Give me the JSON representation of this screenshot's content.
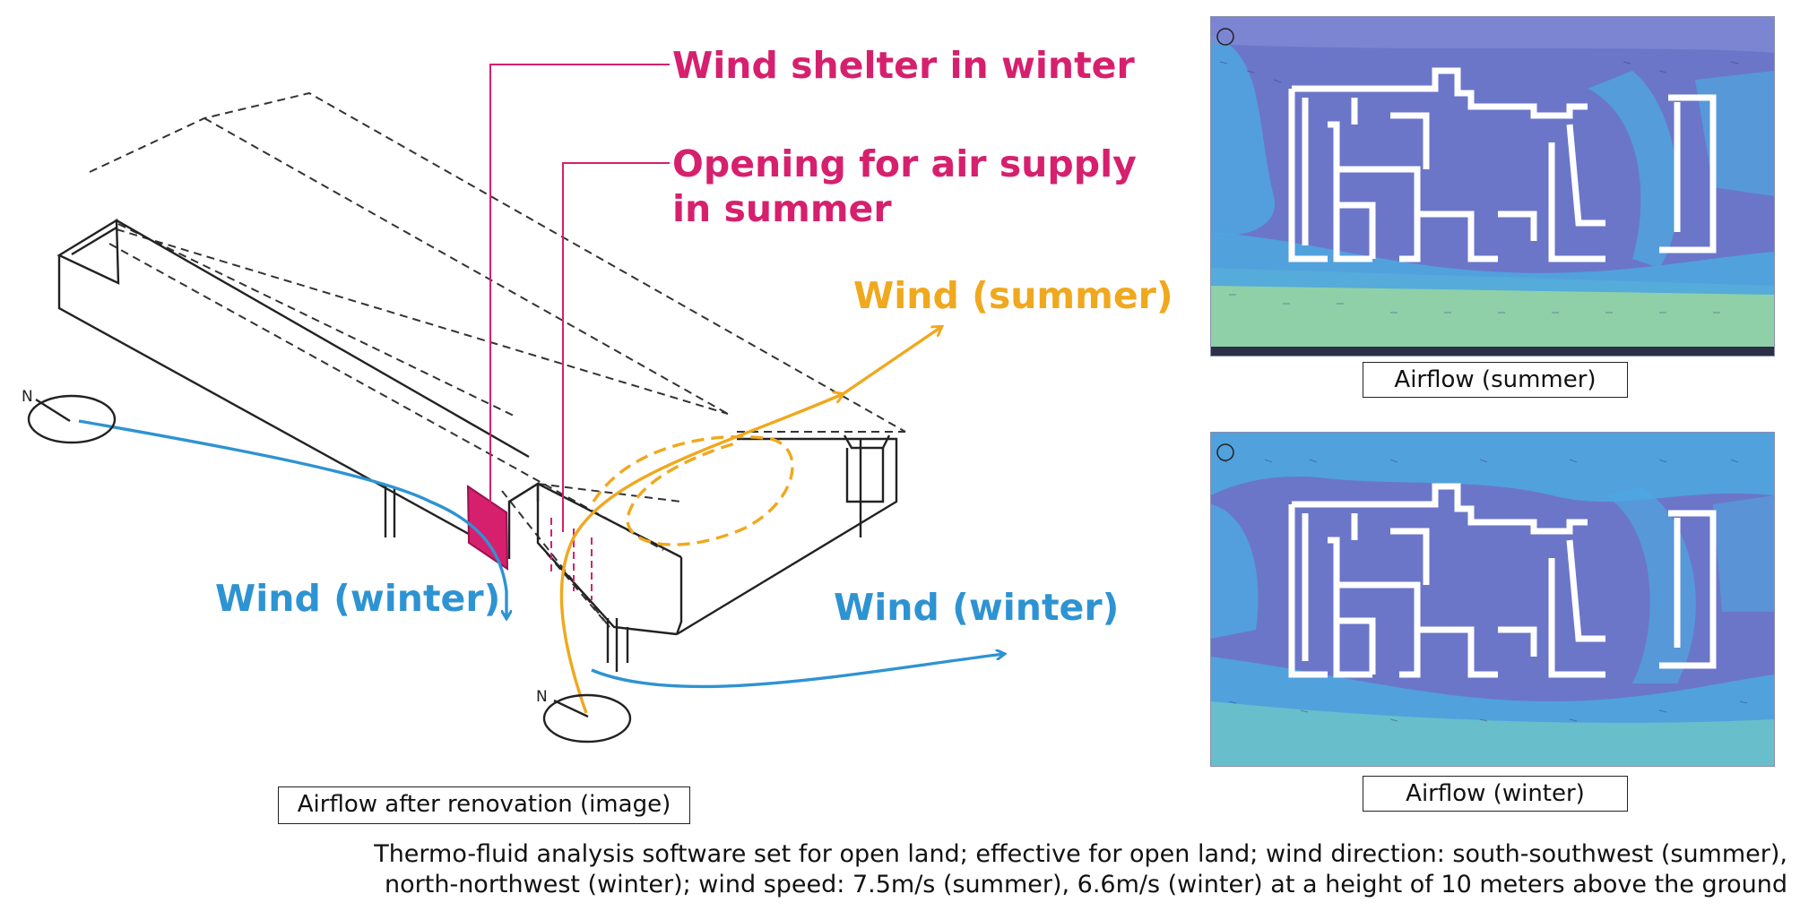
{
  "labels": {
    "wind_shelter": "Wind shelter in winter",
    "opening_line1": "Opening for air supply",
    "opening_line2": "in summer",
    "wind_summer": "Wind (summer)",
    "wind_winter_left": "Wind (winter)",
    "wind_winter_right": "Wind (winter)",
    "north_mark": "N"
  },
  "captions": {
    "renovation": "Airflow after renovation (image)",
    "summer": "Airflow (summer)",
    "winter": "Airflow (winter)"
  },
  "footnote": {
    "line1": "Thermo-fluid analysis software set for open land; effective for open land; wind direction: south-southwest (summer),",
    "line2": "north-northwest (winter); wind speed: 7.5m/s (summer), 6.6m/s (winter) at a height of 10 meters above the ground"
  },
  "colors": {
    "magenta": "#d6206e",
    "summer_wind": "#f0a81e",
    "winter_wind": "#2e93d2",
    "sim_low_speed": "#6b76c9",
    "sim_mid_speed": "#4fa6df",
    "sim_high_speed": "#8fd0a8"
  }
}
